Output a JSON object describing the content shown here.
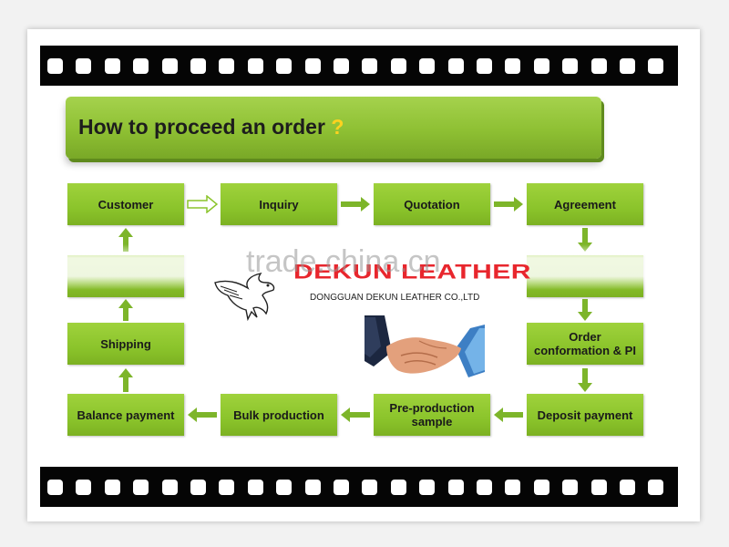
{
  "title": {
    "text": "How to proceed an order",
    "mark": "?"
  },
  "steps": {
    "customer": "Customer",
    "inquiry": "Inquiry",
    "quotation": "Quotation",
    "agreement": "Agreement",
    "order_confirmation": "Order conformation & PI",
    "deposit_payment": "Deposit payment",
    "pre_production_sample": "Pre-production sample",
    "bulk_production": "Bulk production",
    "balance_payment": "Balance payment",
    "shipping": "Shipping"
  },
  "watermark": "trade.china.cn",
  "brand": {
    "name": "DEKUN LEATHER",
    "company": "DONGGUAN DEKUN LEATHER CO.,LTD"
  },
  "colors": {
    "box_green": "#8bc42b",
    "title_green": "#8ec033",
    "question_mark": "#ffd21f",
    "brand_red": "#e8262d",
    "film": "#050505"
  },
  "icons": [
    "eagle-logo-icon",
    "handshake-icon",
    "film-strip-icon",
    "arrow-right-icon",
    "arrow-left-icon",
    "arrow-up-icon",
    "arrow-down-icon"
  ]
}
